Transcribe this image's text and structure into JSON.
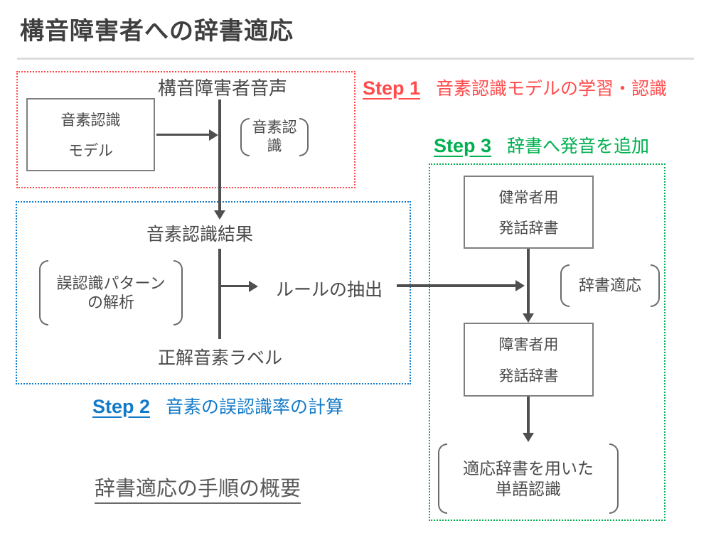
{
  "slide": {
    "title": "構音障害者への辞書適応",
    "caption": "辞書適応の手順の概要"
  },
  "colors": {
    "red": "#ff4b4b",
    "blue": "#137ac8",
    "green": "#00b050",
    "ink": "#4a4a4a",
    "line": "#4f4f4f",
    "box_border": "#7f7f7f",
    "divider": "#dcdcdc"
  },
  "steps": {
    "step1": {
      "label": "Step 1",
      "title": "音素認識モデルの学習・認識"
    },
    "step2": {
      "label": "Step 2",
      "title": "音素の誤認識率の計算"
    },
    "step3": {
      "label": "Step 3",
      "title": "辞書へ発音を追加"
    }
  },
  "nodes": {
    "dysarthric_speech": "構音障害者音声",
    "phoneme_model": {
      "line1": "音素認識",
      "line2": "モデル"
    },
    "phoneme_recognition": "音素認識",
    "recognition_result": "音素認識結果",
    "error_pattern_analysis": {
      "line1": "誤認識パターン",
      "line2": "の解析"
    },
    "rule_extraction": "ルールの抽出",
    "correct_labels": "正解音素ラベル",
    "normal_dict": {
      "line1": "健常者用",
      "line2": "発話辞書"
    },
    "dict_adaptation": "辞書適応",
    "disordered_dict": {
      "line1": "障害者用",
      "line2": "発話辞書"
    },
    "word_recognition": {
      "line1": "適応辞書を用いた",
      "line2": "単語認識"
    }
  }
}
